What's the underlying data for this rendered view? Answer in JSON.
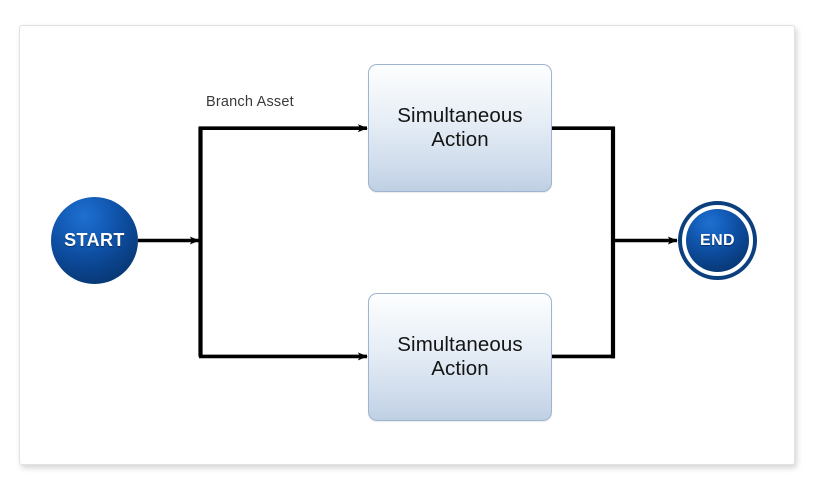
{
  "diagram": {
    "type": "activity-flowchart",
    "title": "",
    "canvas": {
      "background_color": "#ffffff",
      "border_color": "#e2e2e2"
    },
    "nodes": [
      {
        "id": "start",
        "kind": "start-node",
        "label": "START",
        "shape": "circle",
        "fill_color": "#0d4c9e",
        "text_color": "#ffffff"
      },
      {
        "id": "action-top",
        "kind": "action-box",
        "label": "Simultaneous\nAction",
        "shape": "rounded-rectangle",
        "fill_color": "#e4ecf5",
        "border_color": "#9fb4ce",
        "text_color": "#141414"
      },
      {
        "id": "action-bottom",
        "kind": "action-box",
        "label": "Simultaneous\nAction",
        "shape": "rounded-rectangle",
        "fill_color": "#e4ecf5",
        "border_color": "#9fb4ce",
        "text_color": "#141414"
      },
      {
        "id": "end",
        "kind": "end-node",
        "label": "END",
        "shape": "double-circle",
        "fill_color": "#0d4c9e",
        "ring_color": "#0c3f7d",
        "text_color": "#ffffff"
      }
    ],
    "edges": [
      {
        "id": "start-to-fork",
        "from": "start",
        "to": "fork-bar",
        "label": "",
        "arrow": true
      },
      {
        "id": "fork-to-action-top",
        "from": "fork-bar",
        "to": "action-top",
        "label": "Branch Asset",
        "arrow": true
      },
      {
        "id": "fork-to-action-bottom",
        "from": "fork-bar",
        "to": "action-bottom",
        "label": "",
        "arrow": true
      },
      {
        "id": "action-top-to-join",
        "from": "action-top",
        "to": "join-bar",
        "label": "",
        "arrow": false
      },
      {
        "id": "action-bottom-to-join",
        "from": "action-bottom",
        "to": "join-bar",
        "label": "",
        "arrow": false
      },
      {
        "id": "join-to-end",
        "from": "join-bar",
        "to": "end",
        "label": "",
        "arrow": true
      }
    ],
    "labels": {
      "branch_asset": "Branch Asset"
    },
    "connector_color": "#000000"
  }
}
